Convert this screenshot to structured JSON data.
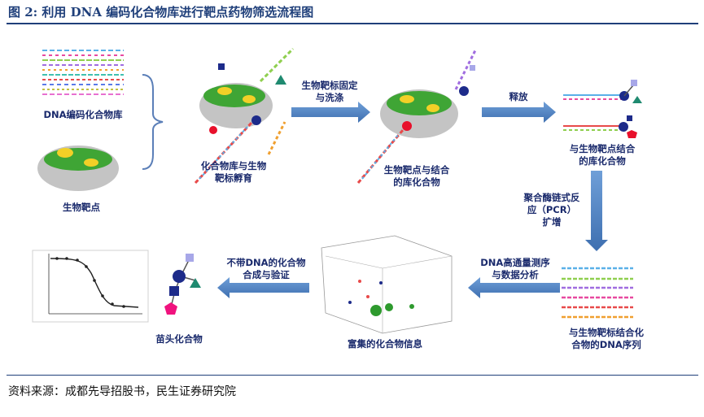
{
  "figure": {
    "title": "图 2:  利用 DNA 编码化合物库进行靶点药物筛选流程图",
    "source": "资料来源：成都先导招股书，民生证券研究院"
  },
  "labels": {
    "library": "DNA编码化合物库",
    "target": "生物靶点",
    "incubation": "化合物库与生物\n靶标孵育",
    "fix_wash": "生物靶标固定\n与洗涤",
    "bound": "生物靶点与结合\n的库化合物",
    "release": "释放",
    "released": "与生物靶点结合\n的库化合物",
    "pcr": "聚合酶链式反\n应（PCR）\n扩增",
    "seq_arrow": "DNA高通量测序\n与数据分析",
    "dna_seq": "与生物靶标结合化\n合物的DNA序列",
    "enriched": "富集的化合物信息",
    "synth": "不带DNA的化合物\n合成与验证",
    "hit": "苗头化合物"
  },
  "colors": {
    "title": "#1f3f7a",
    "label": "#1a2a6c",
    "arrow": "#4f81bd",
    "protein_gray": "#b8b8b8",
    "protein_green": "#3fa535",
    "protein_yellow": "#f2d027",
    "navy": "#1d2b8a",
    "red": "#e8102b",
    "teal": "#1f8a70",
    "lavender": "#a7a7e8",
    "pink": "#f0127e"
  }
}
